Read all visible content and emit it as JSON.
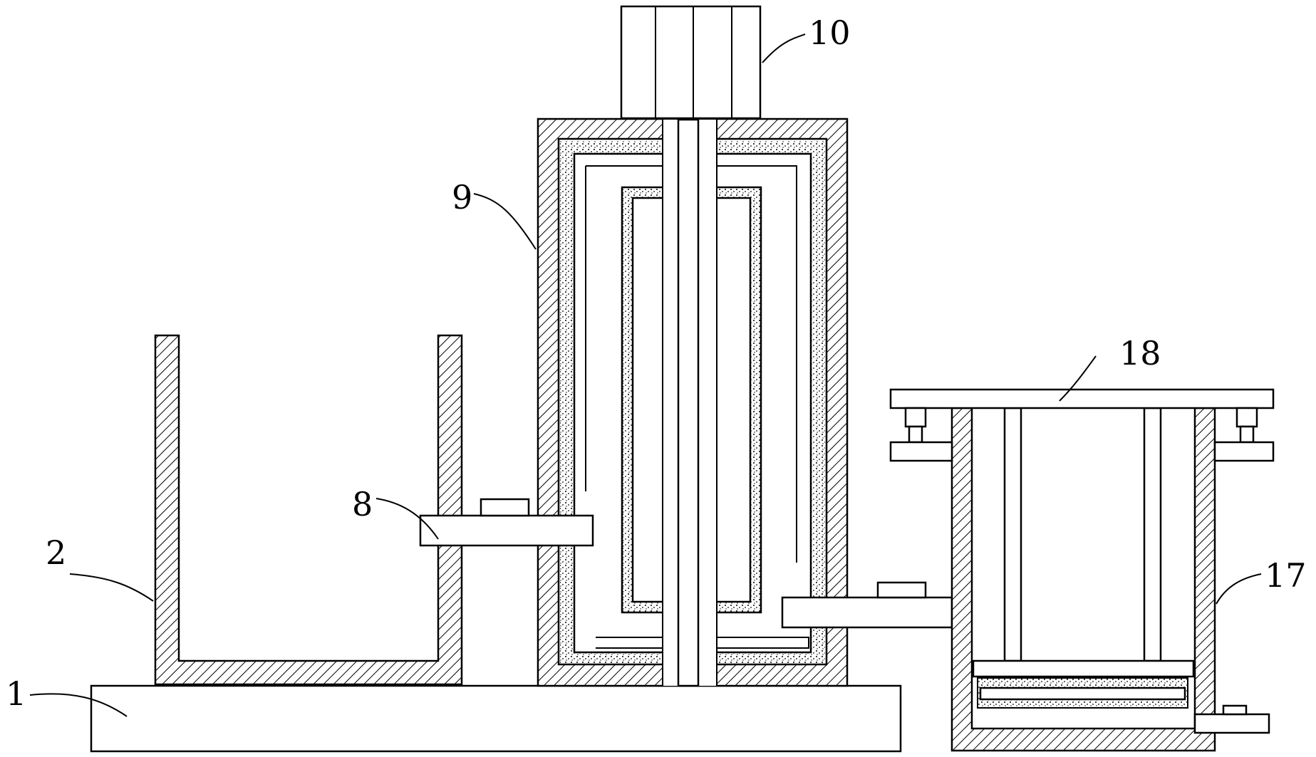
{
  "labels": {
    "base": "1",
    "left_tank": "2",
    "feed_pipe": "8",
    "housing": "9",
    "motor": "10",
    "collector": "17",
    "top_plate": "18"
  },
  "colors": {
    "line": "#000000",
    "background": "#ffffff"
  }
}
